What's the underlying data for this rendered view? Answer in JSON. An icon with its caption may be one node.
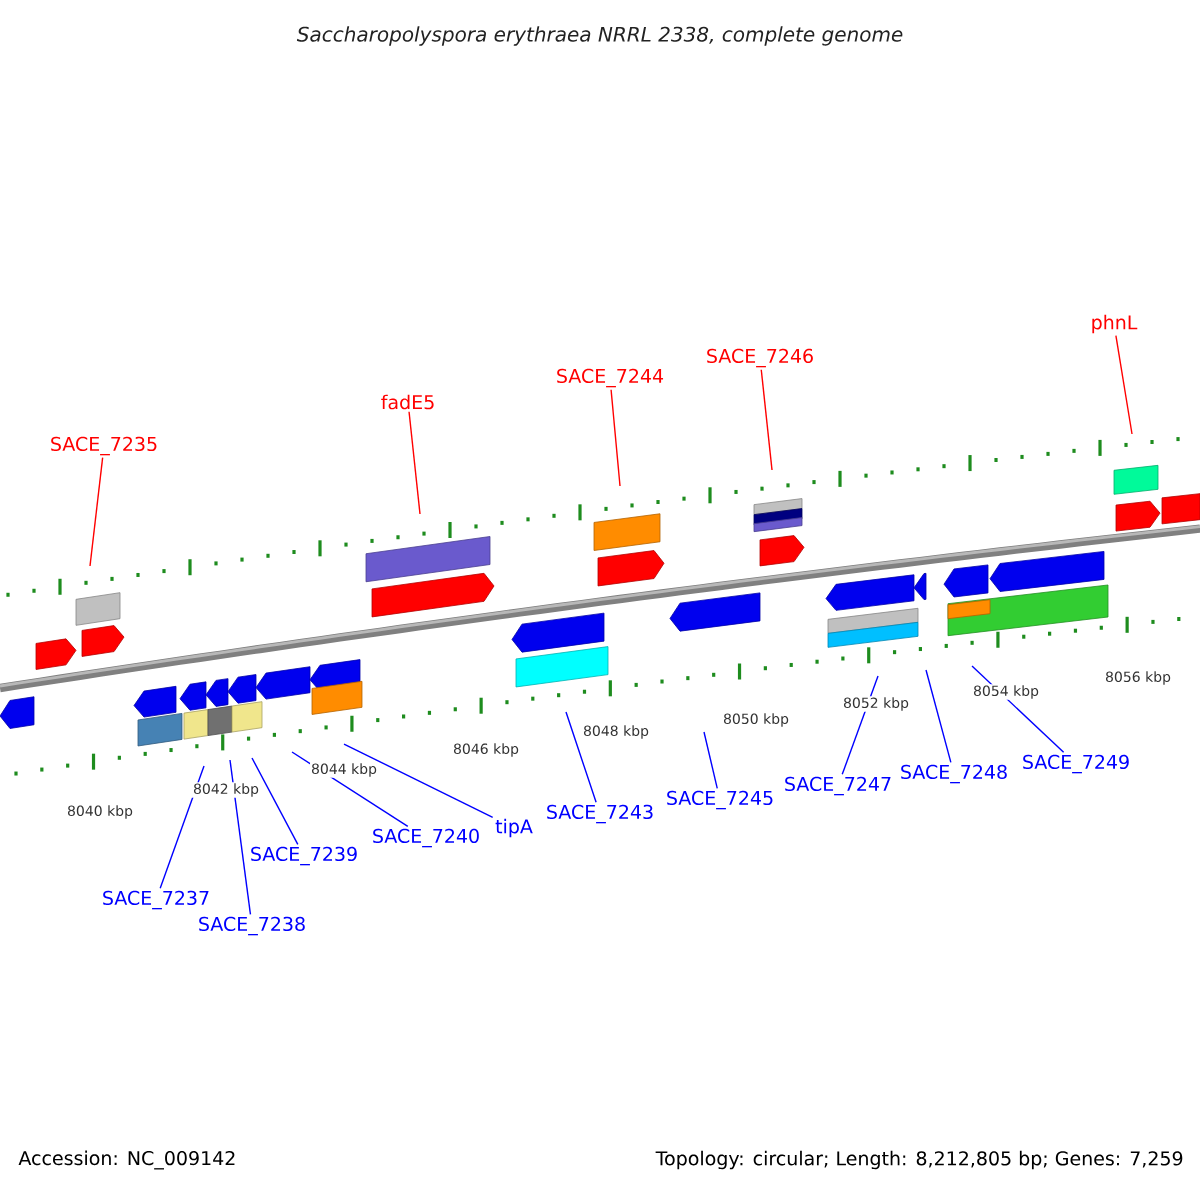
{
  "diagram": {
    "title": "Saccharopolyspora erythraea NRRL 2338, complete genome",
    "nodes": [
      {
        "text": [
          "SACE_7235"
        ]
      },
      {
        "text": [
          "fadE5"
        ]
      },
      {
        "text": [
          "SACE_7244"
        ]
      },
      {
        "text": [
          "SACE_7246"
        ]
      },
      {
        "text": [
          "phnL"
        ]
      },
      {
        "text": [
          "SACE_7237"
        ]
      },
      {
        "text": [
          "SACE_7238"
        ]
      },
      {
        "text": [
          "SACE_7239"
        ]
      },
      {
        "text": [
          "SACE_7240"
        ]
      },
      {
        "text": [
          "tipA"
        ]
      },
      {
        "text": [
          "SACE_7243"
        ]
      },
      {
        "text": [
          "SACE_7245"
        ]
      },
      {
        "text": [
          "SACE_7247"
        ]
      },
      {
        "text": [
          "SACE_7248"
        ]
      },
      {
        "text": [
          "SACE_7249"
        ]
      }
    ],
    "edges": [
      {
        "from": 0,
        "to": null,
        "arrow": "none",
        "color": "#ff0000"
      },
      {
        "from": 1,
        "to": null,
        "arrow": "none",
        "color": "#ff0000"
      },
      {
        "from": 2,
        "to": null,
        "arrow": "none",
        "color": "#ff0000"
      },
      {
        "from": 3,
        "to": null,
        "arrow": "none",
        "color": "#ff0000"
      },
      {
        "from": 4,
        "to": null,
        "arrow": "none",
        "color": "#ff0000"
      },
      {
        "from": 5,
        "to": null,
        "arrow": "none"
      },
      {
        "from": 6,
        "to": null,
        "arrow": "none"
      },
      {
        "from": 7,
        "to": null,
        "arrow": "none"
      },
      {
        "from": 8,
        "to": null,
        "arrow": "none"
      },
      {
        "from": 9,
        "to": null,
        "arrow": "none"
      },
      {
        "from": 10,
        "to": null,
        "arrow": "none"
      },
      {
        "from": 11,
        "to": null,
        "arrow": "none"
      },
      {
        "from": 12,
        "to": null,
        "arrow": "none"
      },
      {
        "from": 13,
        "to": null,
        "arrow": "none"
      },
      {
        "from": 14,
        "to": null,
        "arrow": "none"
      }
    ],
    "labels": [
      "8040 kbp",
      "8042 kbp",
      "8044 kbp",
      "8046 kbp",
      "8048 kbp",
      "8050 kbp",
      "8052 kbp",
      "8054 kbp",
      "8056 kbp",
      "Accession: NC_009142",
      "Topology: circular; Length: 8,212,805 bp; Genes: 7,259"
    ]
  }
}
